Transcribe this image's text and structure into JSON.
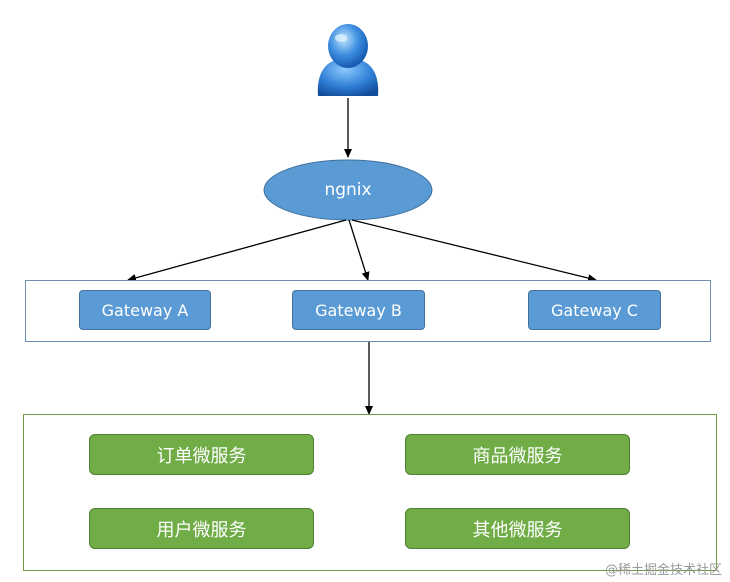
{
  "diagram": {
    "user": {
      "icon": "user-person-icon"
    },
    "nginx": {
      "label": "ngnix"
    },
    "gateways": [
      {
        "label": "Gateway A"
      },
      {
        "label": "Gateway B"
      },
      {
        "label": "Gateway C"
      }
    ],
    "services": [
      {
        "label": "订单微服务"
      },
      {
        "label": "商品微服务"
      },
      {
        "label": "用户微服务"
      },
      {
        "label": "其他微服务"
      }
    ],
    "colors": {
      "gateway_fill": "#5b9bd5",
      "service_fill": "#70ad47",
      "nginx_fill": "#5b9bd5",
      "gateway_border": "#6f8fb5",
      "service_border": "#6c9a47"
    }
  },
  "watermark": {
    "text": "@稀土掘金技术社区"
  }
}
